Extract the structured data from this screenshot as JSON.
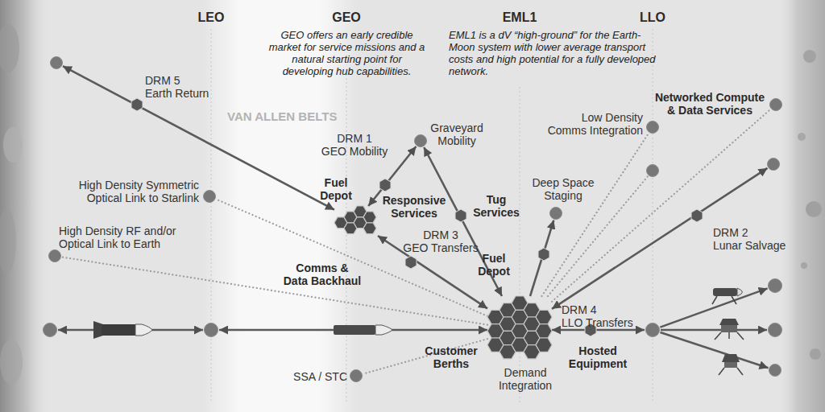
{
  "diagram": {
    "nodes": [
      {
        "text": []
      },
      {
        "text": [
          "Fuel Depot"
        ]
      },
      {
        "text": [
          "Graveyard Mobility"
        ]
      },
      {
        "text": [
          "High Density Symmetric Optical Link to Starlink"
        ]
      },
      {
        "text": [
          "High Density RF and/or Optical Link to Earth"
        ]
      },
      {
        "text": [
          "Deep Space Staging"
        ]
      },
      {
        "text": [
          "Low Density Comms Integration"
        ]
      },
      {
        "text": []
      },
      {
        "text": [
          "Networked Compute & Data Services"
        ]
      },
      {
        "text": []
      },
      {
        "text": [
          "Fuel Depot",
          "Demand Integration"
        ]
      },
      {
        "text": []
      },
      {
        "text": []
      },
      {
        "text": []
      },
      {
        "text": []
      },
      {
        "text": []
      },
      {
        "text": []
      },
      {
        "text": [
          "SSA / STC"
        ]
      }
    ],
    "edges": [
      {
        "from": 1,
        "to": 0,
        "arrow": "both",
        "label": "DRM 5 Earth Return"
      },
      {
        "from": 1,
        "to": 2,
        "arrow": "both",
        "label": "DRM 1 GEO Mobility"
      },
      {
        "from": 10,
        "to": 1,
        "arrow": "both",
        "label": "DRM 3 GEO Transfers"
      },
      {
        "from": 10,
        "to": 2,
        "arrow": "both",
        "label": "Tug Services"
      },
      {
        "from": 10,
        "to": 5,
        "arrow": "to"
      },
      {
        "from": 10,
        "to": 6,
        "arrow": "none"
      },
      {
        "from": 10,
        "to": 7,
        "arrow": "none"
      },
      {
        "from": 10,
        "to": 8,
        "arrow": "none"
      },
      {
        "from": 10,
        "to": 9,
        "arrow": "both",
        "label": "DRM 2 Lunar Salvage"
      },
      {
        "from": 10,
        "to": 3,
        "arrow": "none"
      },
      {
        "from": 10,
        "to": 4,
        "arrow": "none"
      },
      {
        "from": 10,
        "to": 17,
        "arrow": "none"
      },
      {
        "from": 11,
        "to": 12,
        "arrow": "both"
      },
      {
        "from": 12,
        "to": 10,
        "arrow": "both"
      },
      {
        "from": 10,
        "to": 13,
        "arrow": "both",
        "label": "DRM 4 LLO Transfers"
      },
      {
        "from": 13,
        "to": 14,
        "arrow": "to"
      },
      {
        "from": 13,
        "to": 15,
        "arrow": "to"
      },
      {
        "from": 13,
        "to": 16,
        "arrow": "to"
      }
    ],
    "labels": [
      "LEO",
      "GEO",
      "EML1",
      "LLO",
      "GEO offers an early credible market for service missions and a natural starting point for developing hub capabilities.",
      "EML1 is a dV “high-ground” for the Earth-Moon system with lower average transport costs and high potential for a fully developed network.",
      "VAN ALLEN BELTS",
      "Responsive Services",
      "Comms & Data Backhaul",
      "Customer Berths",
      "Hosted Equipment"
    ]
  }
}
